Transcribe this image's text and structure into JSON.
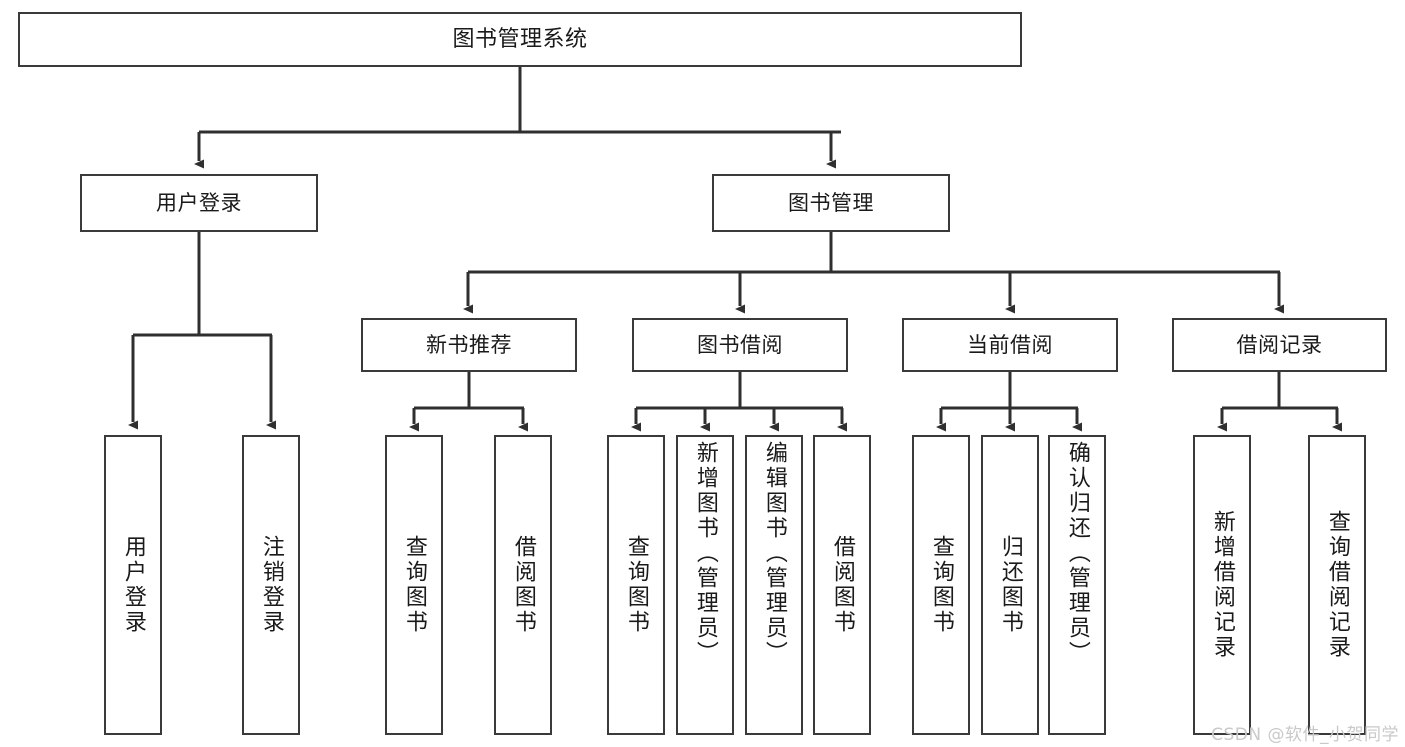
{
  "diagram": {
    "type": "tree",
    "title": "图书管理系统",
    "watermark": "CSDN @软件_小贺同学",
    "colors": {
      "node_border": "#3a3a3a",
      "node_fill": "#ffffff",
      "edge": "#2f2f2f",
      "text": "#1a1a1a",
      "watermark": "#c9c9c9",
      "background": "#ffffff"
    },
    "levels": {
      "root": [
        "图书管理系统"
      ],
      "level2": [
        "用户登录",
        "图书管理"
      ],
      "level3": [
        "新书推荐",
        "图书借阅",
        "当前借阅",
        "借阅记录"
      ],
      "leaves": [
        "用户登录",
        "注销登录",
        "查询图书",
        "借阅图书",
        "查询图书",
        "新增图书（管理员）",
        "编辑图书（管理员）",
        "借阅图书",
        "查询图书",
        "归还图书",
        "确认归还（管理员）",
        "新增借阅记录",
        "查询借阅记录"
      ]
    },
    "nodes": {
      "root": {
        "label": "图书管理系统"
      },
      "user_login": {
        "label": "用户登录"
      },
      "book_manage": {
        "label": "图书管理"
      },
      "new_book_rec": {
        "label": "新书推荐"
      },
      "book_borrow": {
        "label": "图书借阅"
      },
      "current_borrow": {
        "label": "当前借阅"
      },
      "borrow_record": {
        "label": "借阅记录"
      },
      "leaf_user_login": {
        "label": "用户登录"
      },
      "leaf_user_logout": {
        "label": "注销登录"
      },
      "leaf_rec_query_book": {
        "label": "查询图书"
      },
      "leaf_rec_borrow_book": {
        "label": "借阅图书"
      },
      "leaf_borrow_query_book": {
        "label": "查询图书"
      },
      "leaf_borrow_add_book": {
        "label": "新增图书（管理员）"
      },
      "leaf_borrow_edit_book": {
        "label": "编辑图书（管理员）"
      },
      "leaf_borrow_borrow_book": {
        "label": "借阅图书"
      },
      "leaf_cur_query_book": {
        "label": "查询图书"
      },
      "leaf_cur_return_book": {
        "label": "归还图书"
      },
      "leaf_cur_confirm_return": {
        "label": "确认归还（管理员）"
      },
      "leaf_rec_add_record": {
        "label": "新增借阅记录"
      },
      "leaf_rec_query_record": {
        "label": "查询借阅记录"
      }
    },
    "edges": [
      {
        "from": "图书管理系统",
        "to": "用户登录"
      },
      {
        "from": "图书管理系统",
        "to": "图书管理"
      },
      {
        "from": "用户登录",
        "to": "用户登录"
      },
      {
        "from": "用户登录",
        "to": "注销登录"
      },
      {
        "from": "图书管理",
        "to": "新书推荐"
      },
      {
        "from": "图书管理",
        "to": "图书借阅"
      },
      {
        "from": "图书管理",
        "to": "当前借阅"
      },
      {
        "from": "图书管理",
        "to": "借阅记录"
      },
      {
        "from": "新书推荐",
        "to": "查询图书"
      },
      {
        "from": "新书推荐",
        "to": "借阅图书"
      },
      {
        "from": "图书借阅",
        "to": "查询图书"
      },
      {
        "from": "图书借阅",
        "to": "新增图书（管理员）"
      },
      {
        "from": "图书借阅",
        "to": "编辑图书（管理员）"
      },
      {
        "from": "图书借阅",
        "to": "借阅图书"
      },
      {
        "from": "当前借阅",
        "to": "查询图书"
      },
      {
        "from": "当前借阅",
        "to": "归还图书"
      },
      {
        "from": "当前借阅",
        "to": "确认归还（管理员）"
      },
      {
        "from": "借阅记录",
        "to": "新增借阅记录"
      },
      {
        "from": "借阅记录",
        "to": "查询借阅记录"
      }
    ]
  }
}
